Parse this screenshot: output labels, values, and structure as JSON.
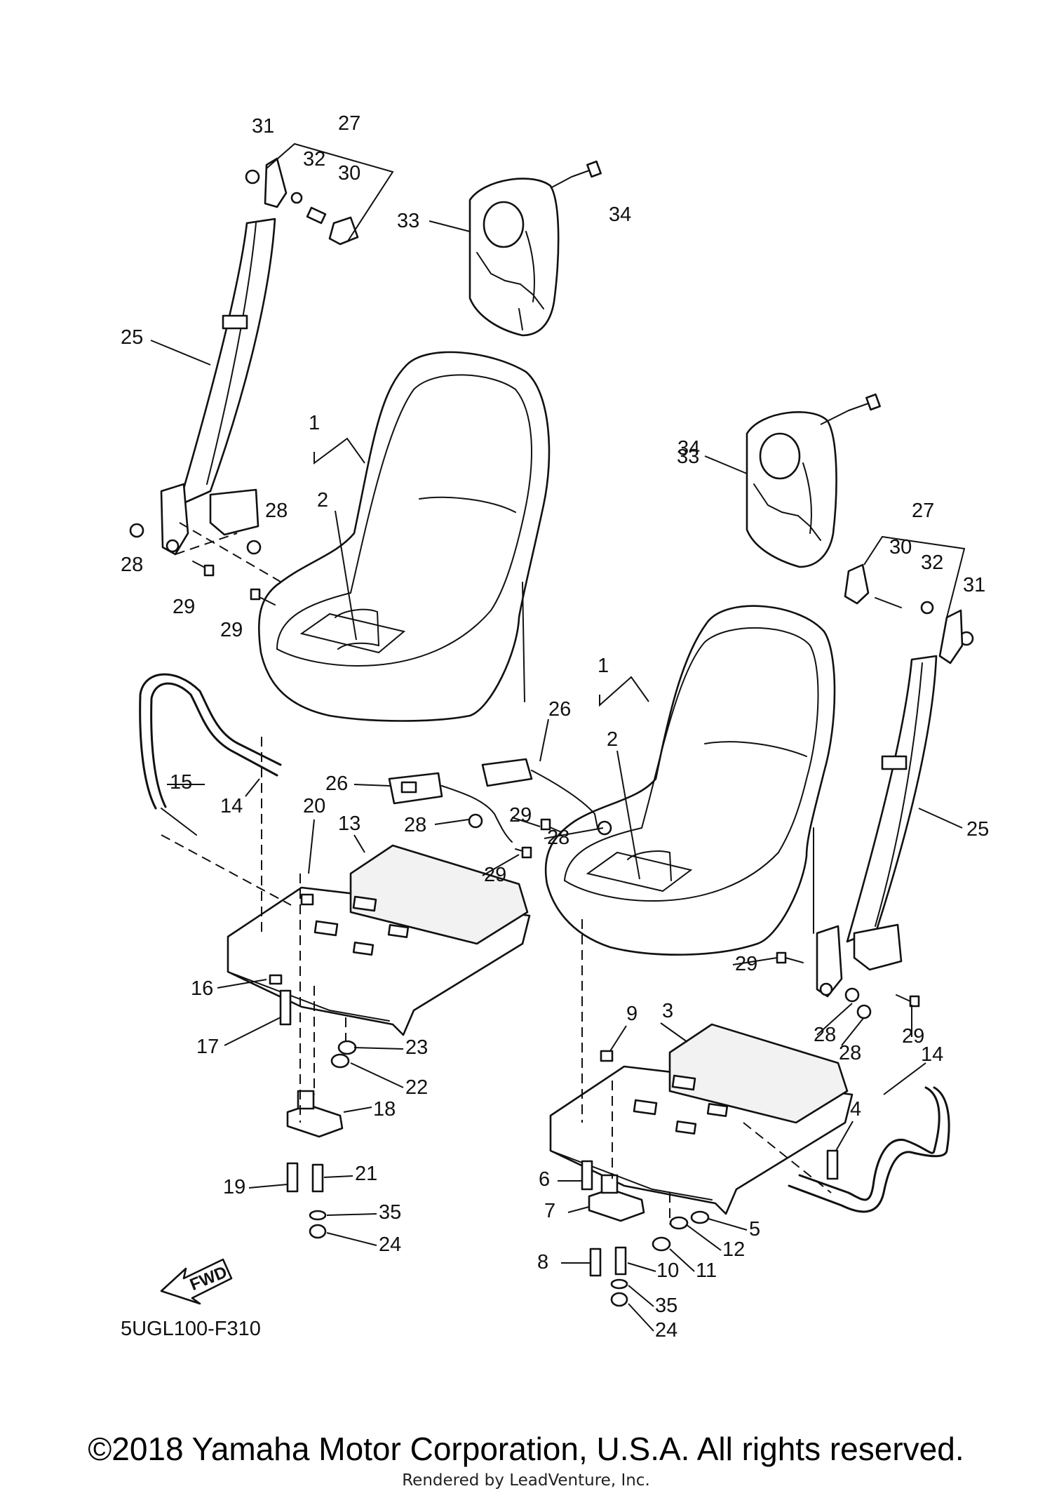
{
  "diagram": {
    "code": "5UGL100-F310",
    "fwd_label": "FWD",
    "copyright": "©2018 Yamaha Motor Corporation, U.S.A. All rights reserved.",
    "render_note": "Rendered by LeadVenture, Inc.",
    "callouts": {
      "c1_left": "1",
      "c2_left": "2",
      "c1_right": "1",
      "c2_right": "2",
      "c3": "3",
      "c4": "4",
      "c5": "5",
      "c6": "6",
      "c7": "7",
      "c8": "8",
      "c9": "9",
      "c10": "10",
      "c11": "11",
      "c12": "12",
      "c13": "13",
      "c14_left": "14",
      "c14_right": "14",
      "c15": "15",
      "c16": "16",
      "c17": "17",
      "c18": "18",
      "c19": "19",
      "c20": "20",
      "c21": "21",
      "c22": "22",
      "c23": "23",
      "c24_left": "24",
      "c24_right": "24",
      "c25_left": "25",
      "c25_right": "25",
      "c26_a": "26",
      "c26_b": "26",
      "c27_left": "27",
      "c27_right": "27",
      "c28_a": "28",
      "c28_b": "28",
      "c28_c": "28",
      "c28_d": "28",
      "c28_e": "28",
      "c28_f": "28",
      "c29_a": "29",
      "c29_b": "29",
      "c29_c": "29",
      "c29_d": "29",
      "c29_e": "29",
      "c29_f": "29",
      "c30_left": "30",
      "c30_right": "30",
      "c31_left": "31",
      "c31_right": "31",
      "c32_left": "32",
      "c32_right": "32",
      "c33_left": "33",
      "c33_right": "33",
      "c34_left": "34",
      "c34_right": "34",
      "c35_left": "35",
      "c35_right": "35"
    }
  }
}
